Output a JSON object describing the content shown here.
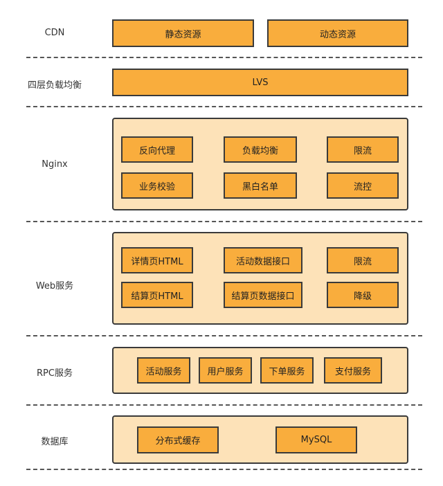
{
  "layers": {
    "cdn": {
      "label": "CDN",
      "items": [
        "静态资源",
        "动态资源"
      ]
    },
    "lvs": {
      "label": "四层负载均衡",
      "items": [
        "LVS"
      ]
    },
    "nginx": {
      "label": "Nginx",
      "items": [
        "反向代理",
        "负载均衡",
        "限流",
        "业务校验",
        "黑白名单",
        "流控"
      ]
    },
    "web": {
      "label": "Web服务",
      "items": [
        "详情页HTML",
        "活动数据接口",
        "限流",
        "结算页HTML",
        "结算页数据接口",
        "降级"
      ]
    },
    "rpc": {
      "label": "RPC服务",
      "items": [
        "活动服务",
        "用户服务",
        "下单服务",
        "支付服务"
      ]
    },
    "db": {
      "label": "数据库",
      "items": [
        "分布式缓存",
        "MySQL"
      ]
    }
  },
  "colors": {
    "box_fill": "#f9ad3d",
    "panel_fill": "#fde2b8",
    "border": "#3a3a3a"
  }
}
